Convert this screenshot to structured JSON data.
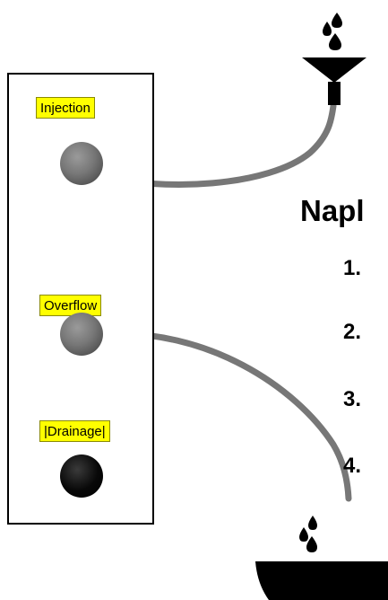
{
  "panel": {
    "labels": {
      "injection": "Injection",
      "overflow": "Overflow",
      "drainage": "|Drainage|"
    }
  },
  "heading": "Napl",
  "steps": [
    "1.",
    "2.",
    "3.",
    "4."
  ]
}
